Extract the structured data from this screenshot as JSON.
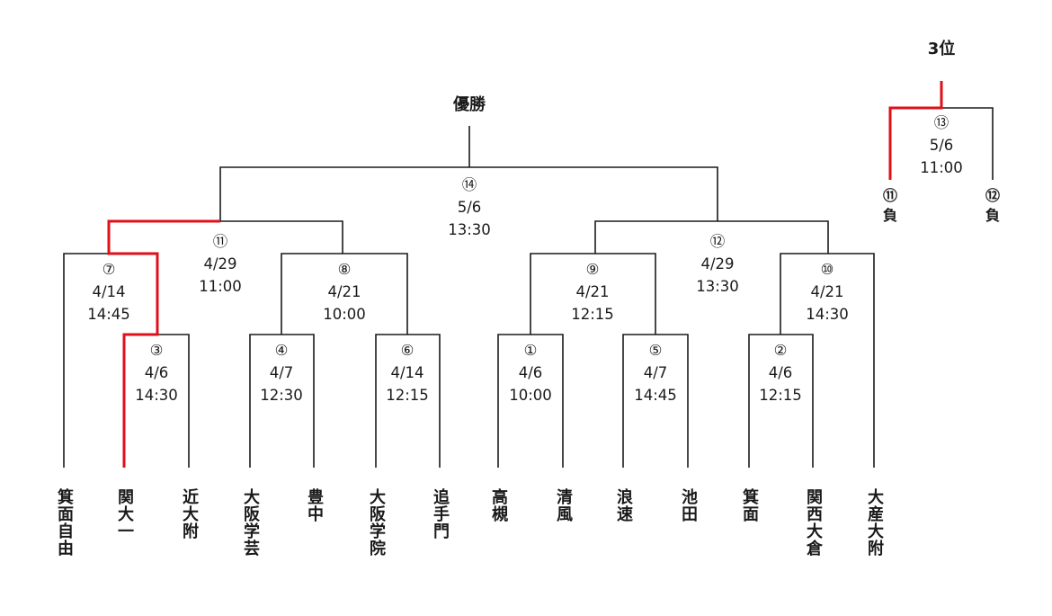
{
  "titles": {
    "champion": "優勝",
    "third_place": "3位"
  },
  "teams": [
    "箕面自由",
    "関大一",
    "近大附",
    "大阪学芸",
    "豊中",
    "大阪学院",
    "追手門",
    "高槻",
    "清風",
    "浪速",
    "池田",
    "箕面",
    "関西大倉",
    "大産大附"
  ],
  "games": {
    "g1": {
      "num": "①",
      "date": "4/6",
      "time": "10:00"
    },
    "g2": {
      "num": "②",
      "date": "4/6",
      "time": "12:15"
    },
    "g3": {
      "num": "③",
      "date": "4/6",
      "time": "14:30"
    },
    "g4": {
      "num": "④",
      "date": "4/7",
      "time": "12:30"
    },
    "g5": {
      "num": "⑤",
      "date": "4/7",
      "time": "14:45"
    },
    "g6": {
      "num": "⑥",
      "date": "4/14",
      "time": "12:15"
    },
    "g7": {
      "num": "⑦",
      "date": "4/14",
      "time": "14:45"
    },
    "g8": {
      "num": "⑧",
      "date": "4/21",
      "time": "10:00"
    },
    "g9": {
      "num": "⑨",
      "date": "4/21",
      "time": "12:15"
    },
    "g10": {
      "num": "⑩",
      "date": "4/21",
      "time": "14:30"
    },
    "g11": {
      "num": "⑪",
      "date": "4/29",
      "time": "11:00"
    },
    "g12": {
      "num": "⑫",
      "date": "4/29",
      "time": "13:30"
    },
    "g13": {
      "num": "⑬",
      "date": "5/6",
      "time": "11:00"
    },
    "g14": {
      "num": "⑭",
      "date": "5/6",
      "time": "13:30"
    }
  },
  "third_place_entrants": {
    "left": {
      "num": "⑪",
      "label": "負"
    },
    "right": {
      "num": "⑫",
      "label": "負"
    }
  },
  "colors": {
    "line": "#1a1a1a",
    "winner_path": "#e0101a"
  }
}
